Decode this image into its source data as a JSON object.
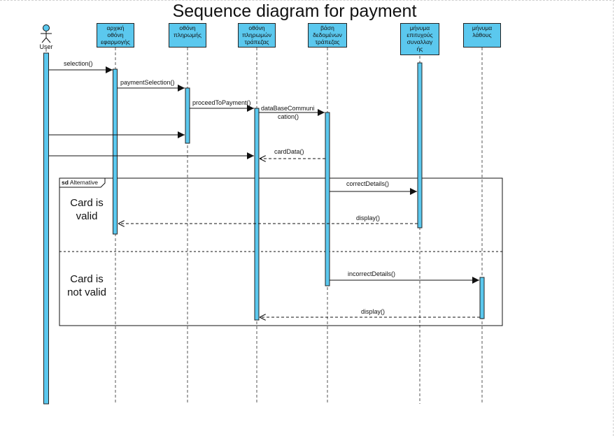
{
  "title": "Sequence diagram for payment",
  "actor": {
    "label": "User"
  },
  "lifelines": [
    {
      "id": "app-home",
      "label": [
        "αρχική",
        "οθόνη",
        "εφαρμογής"
      ]
    },
    {
      "id": "payment-screen",
      "label": [
        "οθόνη",
        "πληρωμής"
      ]
    },
    {
      "id": "bank-payment-screen",
      "label": [
        "οθόνη",
        "πληρωμών",
        "τράπεζας"
      ]
    },
    {
      "id": "bank-database",
      "label": [
        "βάση",
        "δεδομένων",
        "τράπεζας"
      ]
    },
    {
      "id": "success-message",
      "label": [
        "μήνυμα",
        "επιτυχούς",
        "συναλλαγ",
        "ής"
      ]
    },
    {
      "id": "error-message",
      "label": [
        "μήνυμα",
        "λάθους"
      ]
    }
  ],
  "messages": {
    "selection": "selection()",
    "payment_selection": "paymentSelection()",
    "proceed_to_payment": "proceedToPayment()",
    "database_communication_1": "dataBaseCommuni",
    "database_communication_2": "cation()",
    "card_data": "cardData()",
    "correct_details": "correctDetails()",
    "display_success": "display()",
    "incorrect_details": "incorrectDetails()",
    "display_error": "display()"
  },
  "fragment": {
    "keyword": "sd",
    "name": "Alternative",
    "guard_valid": [
      "Card is",
      "valid"
    ],
    "guard_invalid": [
      "Card is",
      "not valid"
    ]
  },
  "colors": {
    "activation_fill": "#5bc8ee",
    "line": "#222222"
  }
}
